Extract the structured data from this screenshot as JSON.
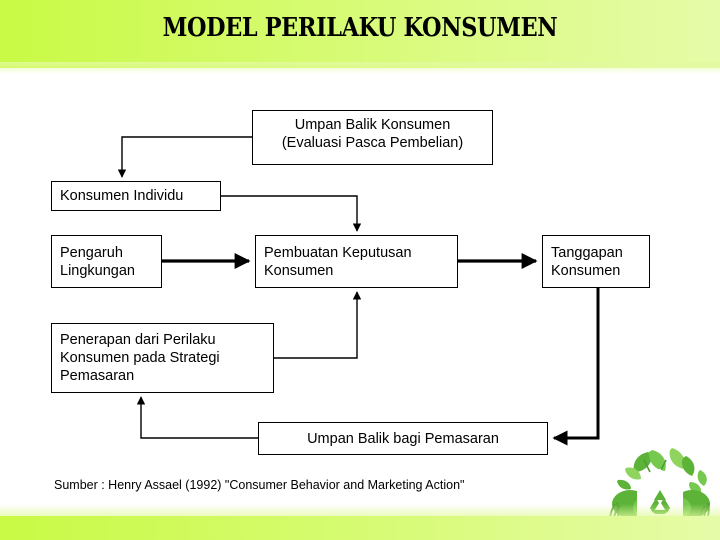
{
  "slide": {
    "title": "MODEL PERILAKU KONSUMEN",
    "source_note": "Sumber : Henry Assael (1992) \"Consumer Behavior and Marketing Action\"",
    "header_gradient_from": "#c9fa45",
    "header_gradient_to": "#e6fba8",
    "footer_gradient_from": "#c9fa45",
    "footer_gradient_to": "#e6fba8",
    "text_color": "#000000",
    "box_border_color": "#000000",
    "box_fill_color": "#ffffff",
    "artwork": {
      "name": "eco-house-recycle-leaves",
      "leaf_color": "#6cbf45",
      "leaf_color_light": "#8ed05e",
      "house_color": "#ffffff",
      "grass_color": "#4f9e33"
    }
  },
  "diagram": {
    "type": "flowchart",
    "nodes": [
      {
        "id": "feedback-consumer",
        "label": "Umpan Balik Konsumen\n(Evaluasi Pasca Pembelian)"
      },
      {
        "id": "individual",
        "label": "Konsumen Individu"
      },
      {
        "id": "environment",
        "label": "Pengaruh\nLingkungan"
      },
      {
        "id": "decision",
        "label": "Pembuatan Keputusan\nKonsumen"
      },
      {
        "id": "response",
        "label": "Tanggapan\nKonsumen"
      },
      {
        "id": "application",
        "label": "Penerapan dari Perilaku\nKonsumen pada Strategi\nPemasaran"
      },
      {
        "id": "feedback-market",
        "label": "Umpan Balik bagi Pemasaran"
      }
    ],
    "edges": [
      {
        "from": "feedback-consumer",
        "to": "individual",
        "style": "elbow-left-down",
        "weight": "thin"
      },
      {
        "from": "individual",
        "to": "decision",
        "style": "elbow-right-down",
        "weight": "thin"
      },
      {
        "from": "environment",
        "to": "decision",
        "style": "straight-right",
        "weight": "thick"
      },
      {
        "from": "decision",
        "to": "response",
        "style": "straight-right",
        "weight": "thick"
      },
      {
        "from": "response",
        "to": "feedback-market",
        "style": "elbow-down-left",
        "weight": "thick"
      },
      {
        "from": "feedback-market",
        "to": "application",
        "style": "elbow-left-up",
        "weight": "thin"
      },
      {
        "from": "application",
        "to": "decision",
        "style": "elbow-right-up",
        "weight": "thin"
      }
    ]
  }
}
